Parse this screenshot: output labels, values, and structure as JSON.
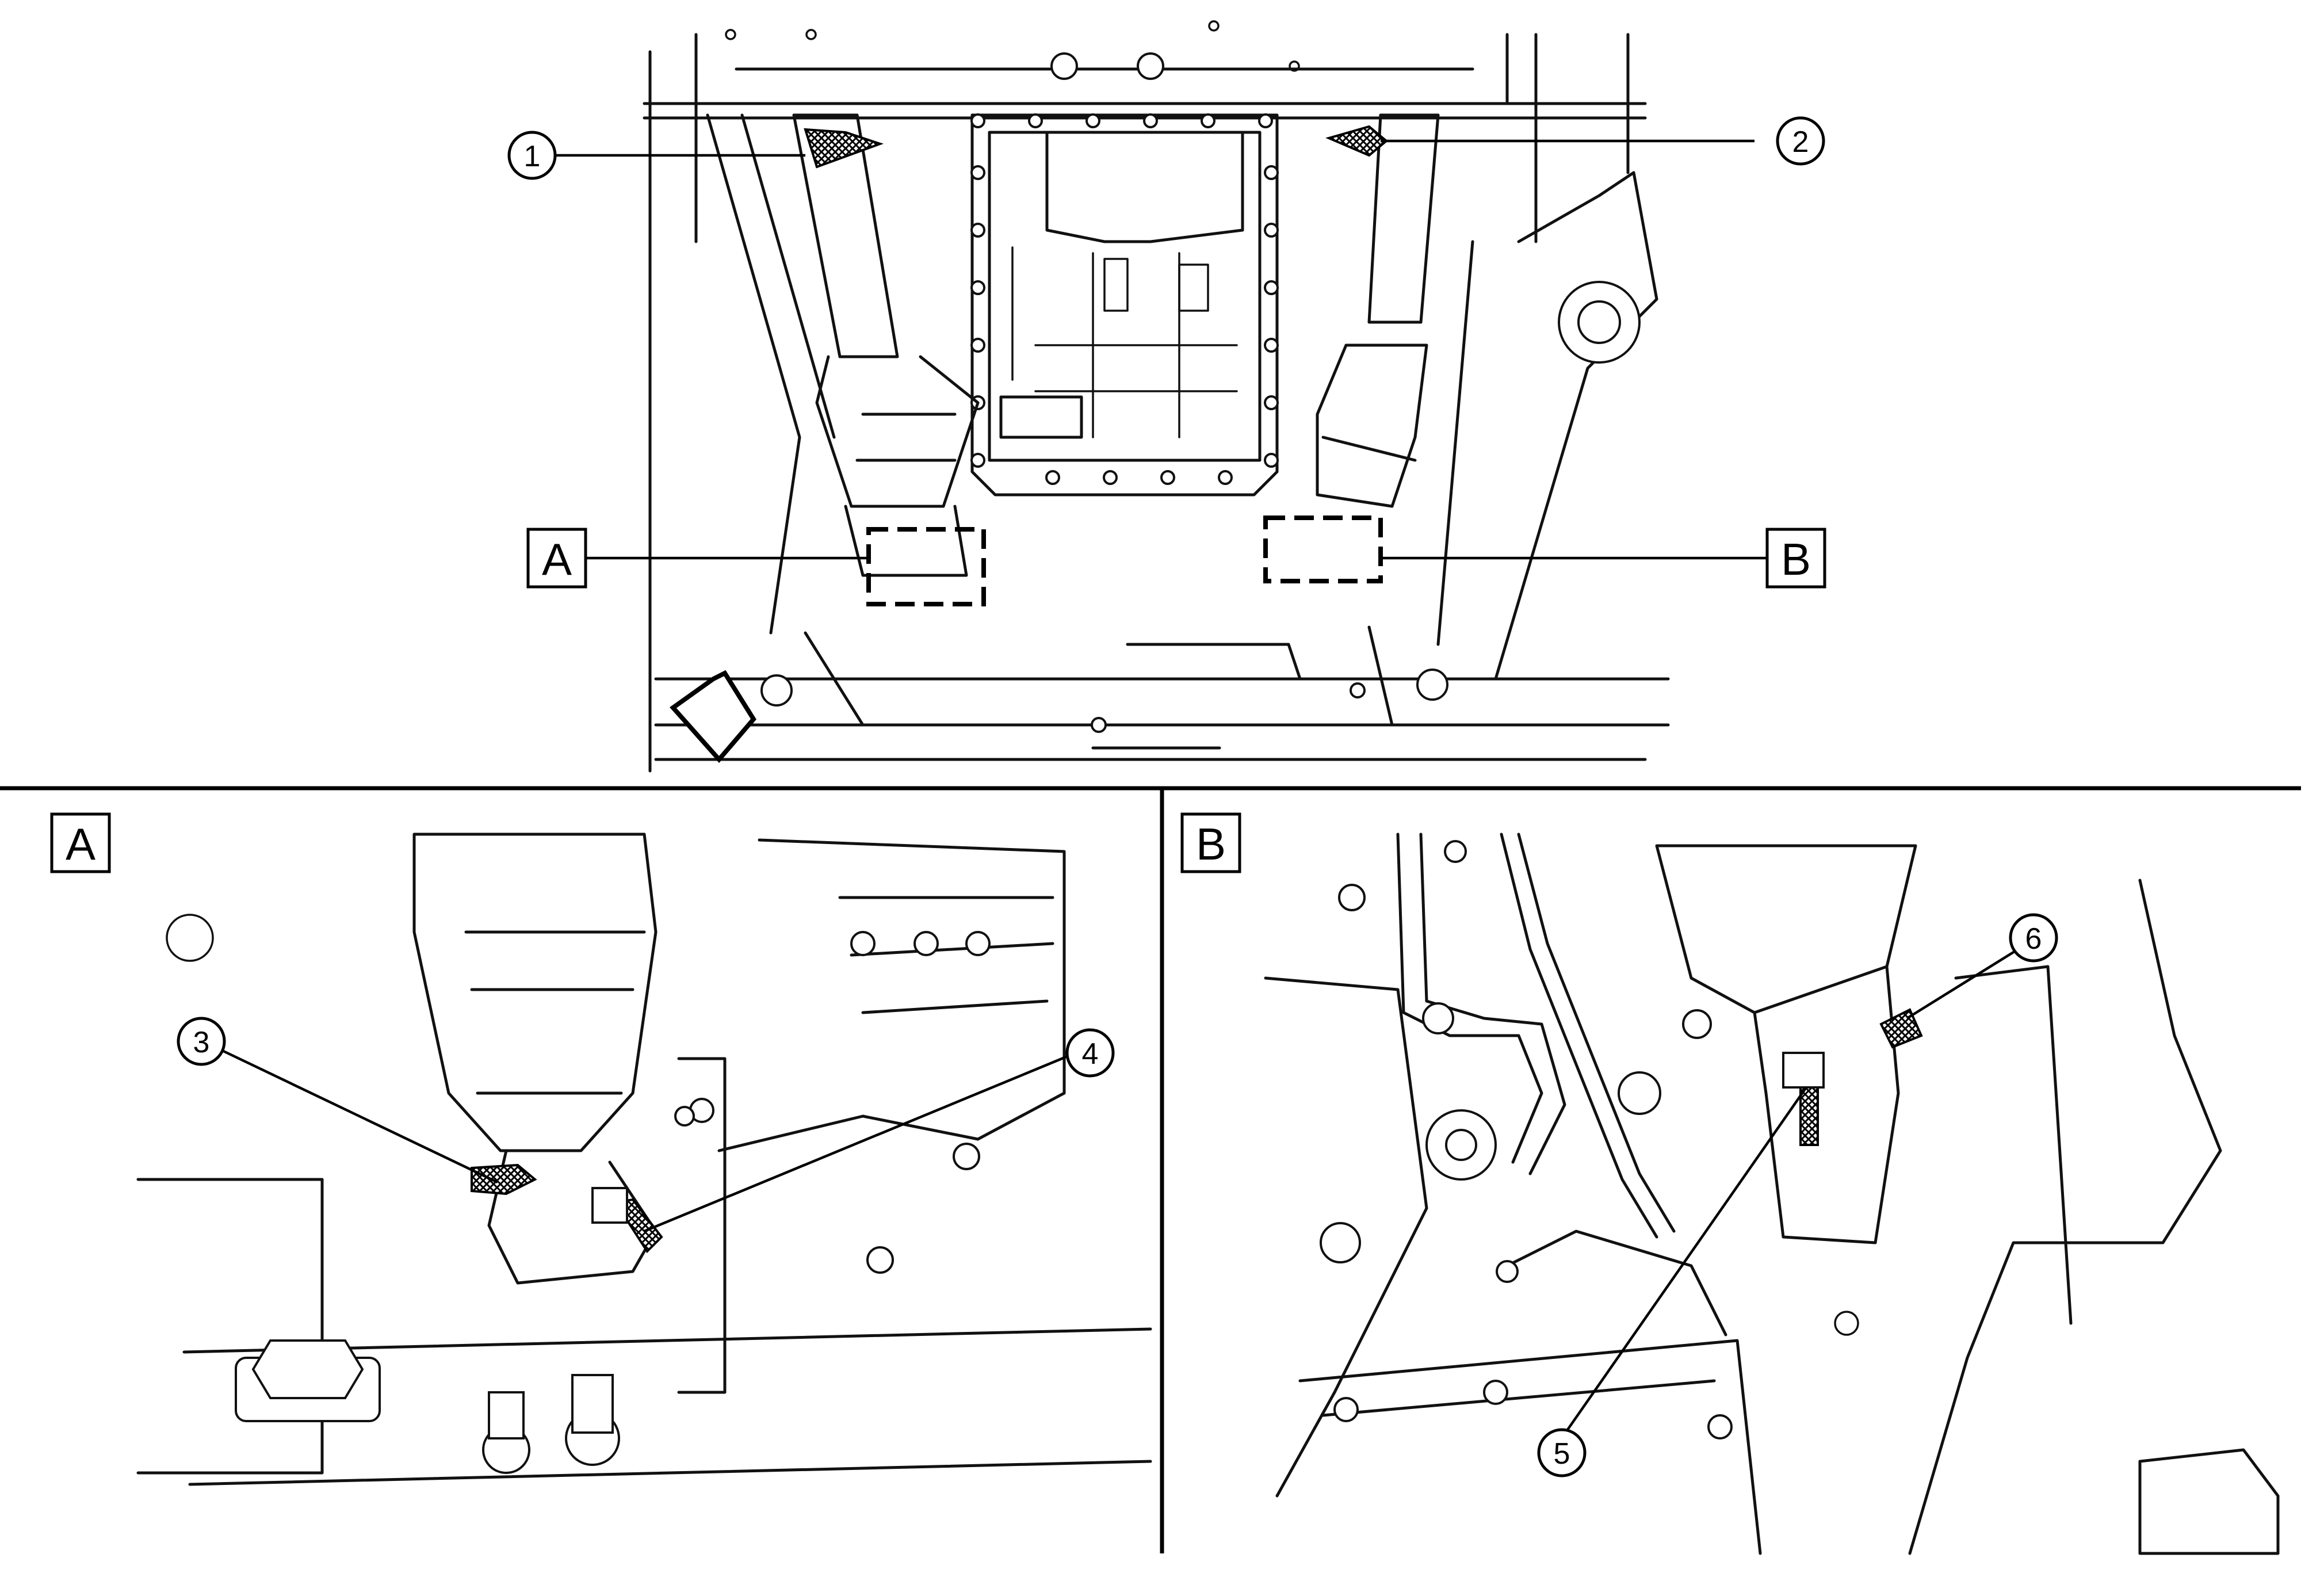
{
  "overview": {
    "callouts": [
      {
        "id": "c1",
        "label": "1"
      },
      {
        "id": "c2",
        "label": "2"
      }
    ],
    "detail_labels": [
      {
        "id": "A",
        "label": "A"
      },
      {
        "id": "B",
        "label": "B"
      }
    ]
  },
  "detail_a": {
    "label": "A",
    "callouts": [
      {
        "id": "c3",
        "label": "3"
      },
      {
        "id": "c4",
        "label": "4"
      }
    ]
  },
  "detail_b": {
    "label": "B",
    "callouts": [
      {
        "id": "c5",
        "label": "5"
      },
      {
        "id": "c6",
        "label": "6"
      }
    ]
  }
}
